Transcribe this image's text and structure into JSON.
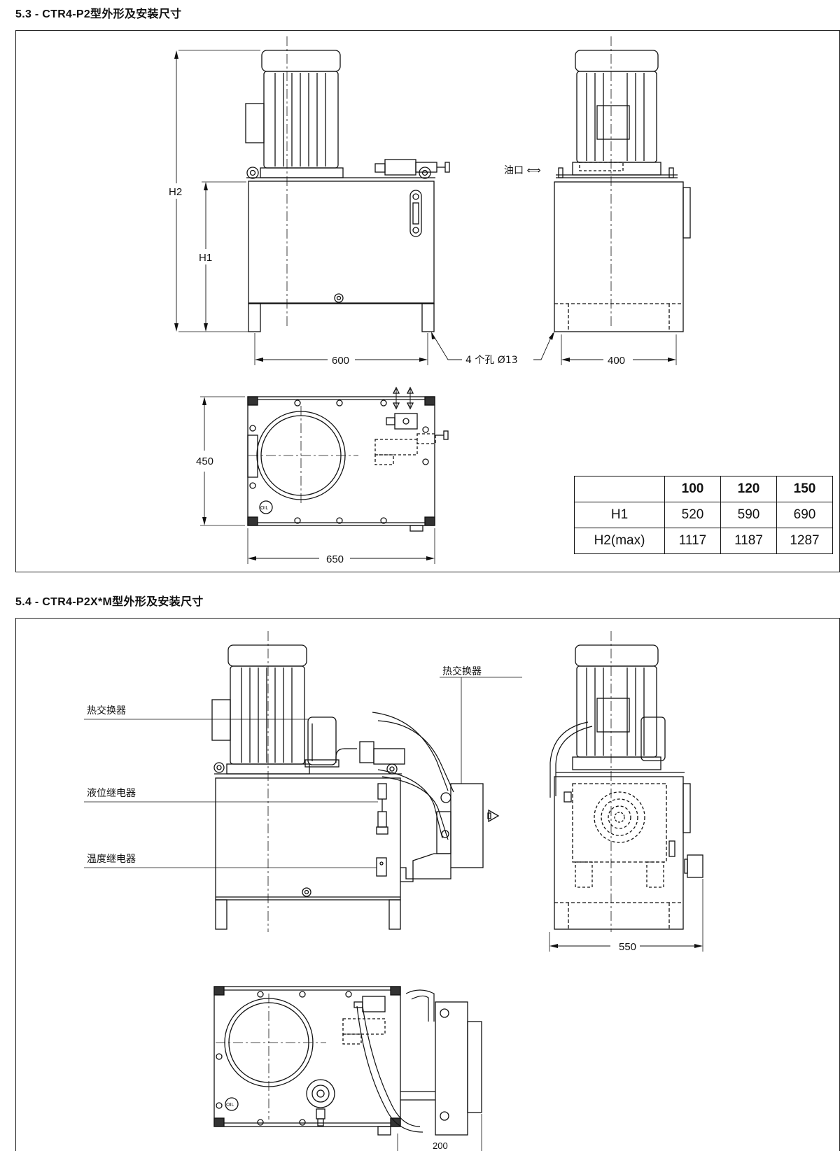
{
  "sections": [
    {
      "title_prefix": "5.3 - CTR4-P2",
      "title_suffix": "型外形及安装尺寸"
    },
    {
      "title_prefix": "5.4 - CTR4-P2X*M",
      "title_suffix": "型外形及安装尺寸"
    }
  ],
  "drawing1": {
    "dim_h2": "H2",
    "dim_h1": "H1",
    "dim_width_front": "600",
    "dim_holes": "4 个孔 Ø13",
    "dim_width_side": "400",
    "oil_port": "油口 ⟺",
    "dim_depth_top": "450",
    "dim_width_top": "650",
    "oil_label": "OIL"
  },
  "table": {
    "headers": [
      "",
      "100",
      "120",
      "150"
    ],
    "rows": [
      {
        "label": "H1",
        "values": [
          "520",
          "590",
          "690"
        ]
      },
      {
        "label": "H2(max)",
        "values": [
          "1117",
          "1187",
          "1287"
        ]
      }
    ]
  },
  "drawing2": {
    "label_heat_exchanger_left": "热交换器",
    "label_level_relay": "液位继电器",
    "label_temp_relay": "温度继电器",
    "label_heat_exchanger_right": "热交换器",
    "dim_width_side": "550",
    "dim_bottom": "200",
    "oil_label": "OIL"
  }
}
